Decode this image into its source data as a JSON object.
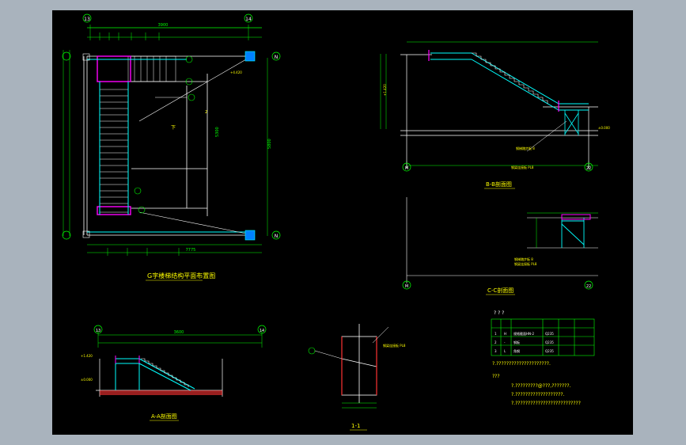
{
  "titles": {
    "plan": "G字楼梯结构平面布置图",
    "section_b": "B-B剖面图",
    "section_c": "C-C剖面图",
    "section_a": "A-A剖面图",
    "detail_1": "1-1"
  },
  "axis": {
    "a13": "13",
    "a14": "14",
    "aM": "M",
    "aN": "N",
    "a22": "22"
  },
  "labels": {
    "dim_top": "3900",
    "dim_plan_bottom": "7775",
    "dim_plan_right": "5800",
    "dim_plan_vert": "5300",
    "dim_a_top": "3600",
    "plan_center": "下",
    "plan_center2": "2",
    "elev_1": "+4.420",
    "elev_2": "+1.420",
    "elev_3": "±0.000",
    "note_plate": "钢梯踏步板 8",
    "note_bracket": "钢梁连接板 PL8",
    "table_header": "? ? ?",
    "notes_line1": "?.?????????????????????.",
    "notes_heading": "???",
    "notes_line2": "?.?????????@???,???????.",
    "notes_line3": "?.???????????????????.",
    "notes_line4": "?.??????????????????????????"
  },
  "table": {
    "rows": [
      [
        "",
        "",
        "",
        "",
        "",
        ""
      ],
      [
        "1",
        "H",
        "规格截面HN-2",
        "Q235",
        "",
        ""
      ],
      [
        "2",
        "-",
        "钢板",
        "Q235",
        "",
        ""
      ],
      [
        "3",
        "L",
        "角钢",
        "Q235",
        "",
        ""
      ]
    ]
  },
  "colors": {
    "background": "#000000",
    "outer": "#a9b3bd",
    "dim": "#00ff00",
    "text": "#ffff00",
    "structure": "#ffffff",
    "beam": "#00ffff",
    "highlight": "#ff00ff",
    "column": "#0080ff",
    "section_fill": "#ff3333"
  }
}
